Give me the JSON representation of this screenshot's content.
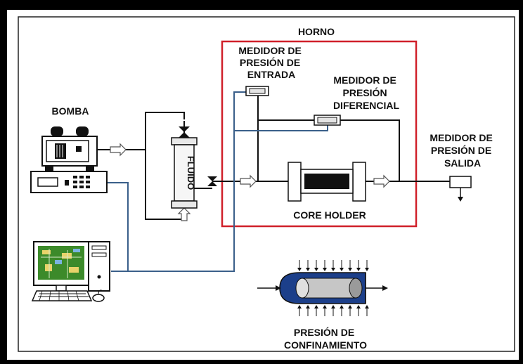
{
  "labels": {
    "horno": "HORNO",
    "medidor_entrada": [
      "MEDIDOR DE",
      "PRESIÓN DE",
      "ENTRADA"
    ],
    "medidor_diferencial": [
      "MEDIDOR DE",
      "PRESIÓN",
      "DIFERENCIAL"
    ],
    "bomba": "BOMBA",
    "medidor_salida": [
      "MEDIDOR DE",
      "PRESIÓN DE",
      "SALIDA"
    ],
    "fluido": "FLUIDO",
    "core_holder": "CORE HOLDER",
    "confinamiento": [
      "PRESIÓN DE",
      "CONFINAMIENTO"
    ]
  },
  "colors": {
    "oven_border": "#d0202a",
    "data_line": "#3a5f8a",
    "pipe": "#111111",
    "tube_blue": "#1c3f8a",
    "screen_green": "#3c8a2a"
  }
}
